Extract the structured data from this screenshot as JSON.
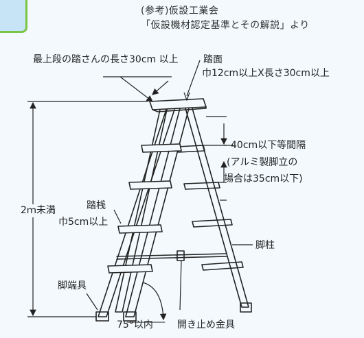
{
  "source": {
    "line1": "(参考)仮設工業会",
    "line2": "「仮設機材認定基準とその解説」より"
  },
  "labels": {
    "top_step_length": "最上段の踏さんの長さ30cm 以上",
    "tread_title": "踏面",
    "tread_spec": "巾12cm以上X長さ30cm以上",
    "interval_line1": "40cm以下等間隔",
    "interval_line2": "(アルミ製脚立の",
    "interval_line3": "場合は35cm以下)",
    "height": "2ｍ未満",
    "rung_title": "踏桟",
    "rung_spec": "巾5cm以上",
    "leg": "脚柱",
    "foot": "脚端具",
    "angle": "75°以内",
    "stopper": "開き止め金具"
  },
  "colors": {
    "background": "#f3f9fd",
    "corner_fill": "#c6e4f6",
    "corner_border": "#7cc443",
    "line": "#222222"
  }
}
